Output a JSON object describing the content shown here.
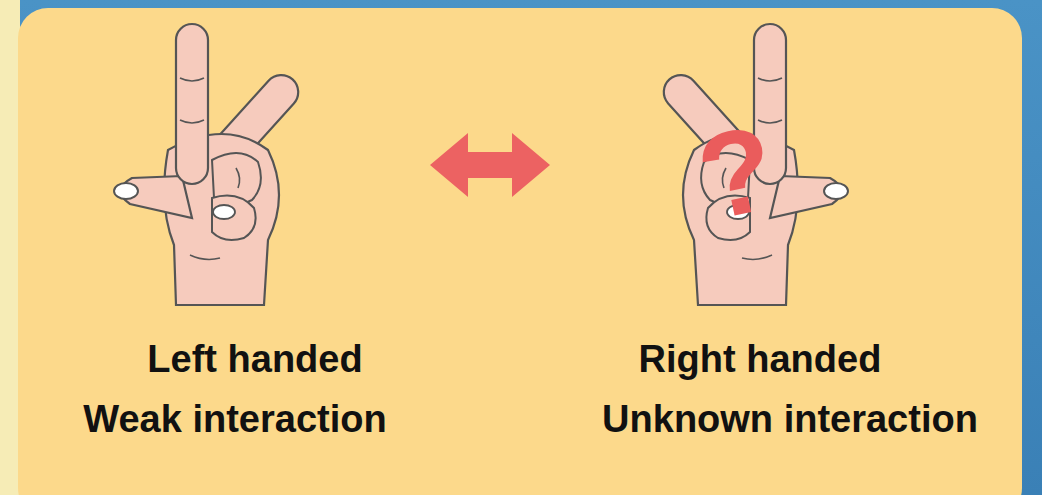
{
  "diagram": {
    "nodes": [
      {
        "text": [
          "Left handed",
          "Weak interaction"
        ]
      },
      {
        "text": [
          "Right handed",
          "Unknown interaction"
        ]
      }
    ],
    "edges": [
      {
        "from": 0,
        "to": 1,
        "arrow": "both"
      }
    ],
    "labels": [
      "?"
    ]
  }
}
